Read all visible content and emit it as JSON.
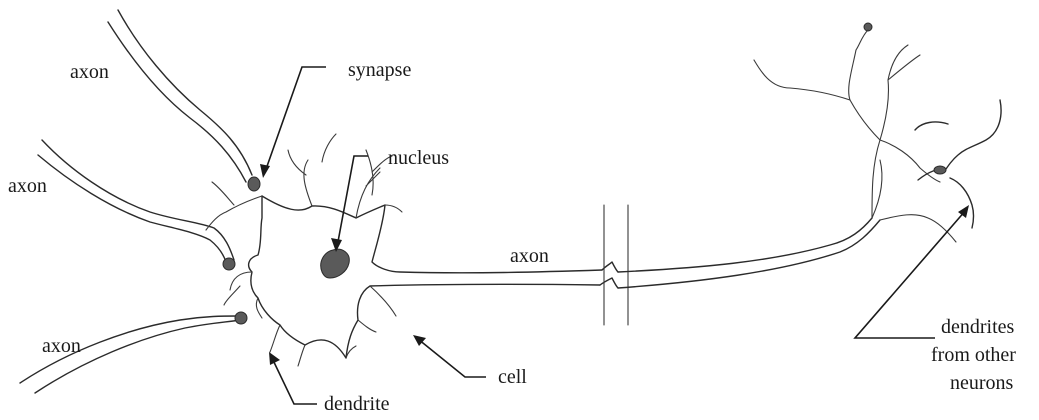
{
  "labels": {
    "axon_top_left": "axon",
    "axon_mid_left": "axon",
    "axon_bottom_left": "axon",
    "synapse": "synapse",
    "nucleus": "nucleus",
    "axon_main": "axon",
    "dendrite": "dendrite",
    "cell": "cell",
    "dendrites_line1": "dendrites",
    "dendrites_line2": "from other",
    "dendrites_line3": "neurons"
  }
}
